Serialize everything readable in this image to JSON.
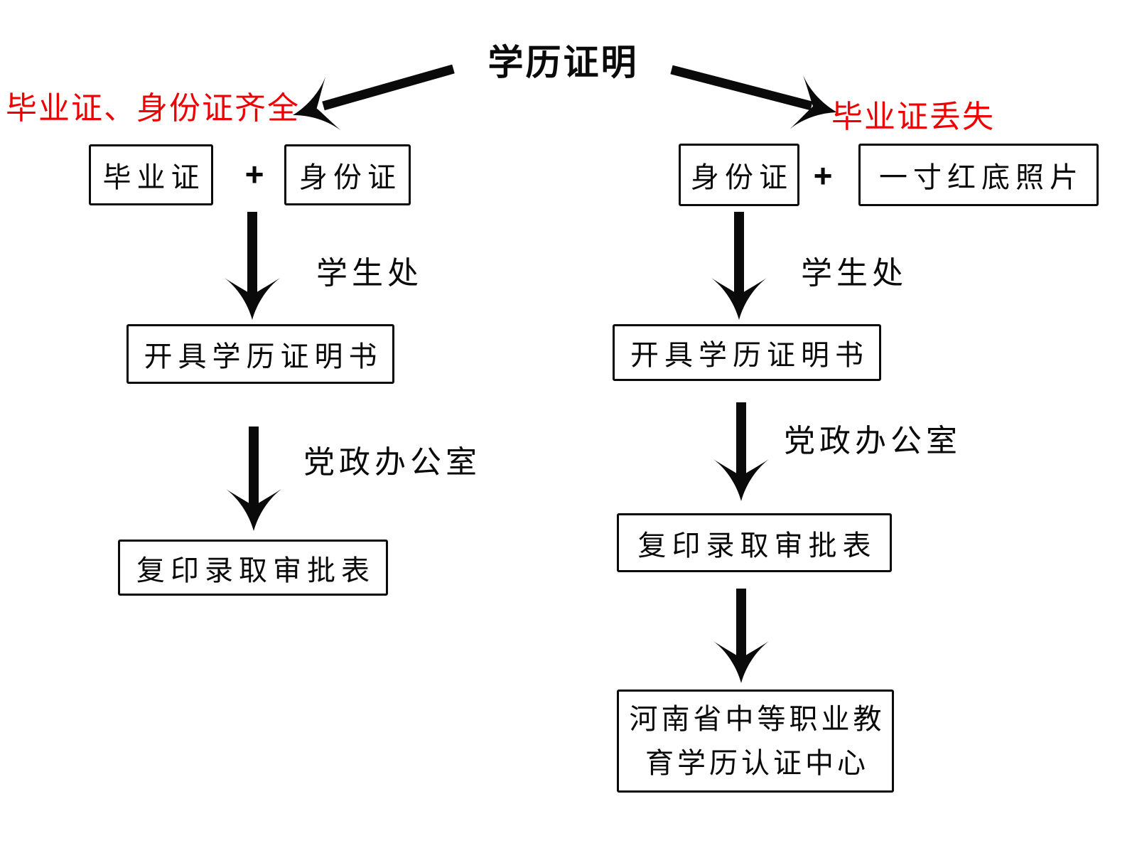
{
  "title": "学历证明",
  "plus_sign": "+",
  "colors": {
    "accent_red": "#ee0000",
    "ink": "#0a0a0a",
    "background": "#ffffff"
  },
  "left_branch": {
    "condition": "毕业证、身份证齐全",
    "input_boxes": [
      "毕业证",
      "身份证"
    ],
    "arrow1_label": "学生处",
    "box_step1": "开具学历证明书",
    "arrow2_label": "党政办公室",
    "box_step2": "复印录取审批表"
  },
  "right_branch": {
    "condition": "毕业证丢失",
    "input_boxes": [
      "身份证",
      "一寸红底照片"
    ],
    "arrow1_label": "学生处",
    "box_step1": "开具学历证明书",
    "arrow2_label": "党政办公室",
    "box_step2": "复印录取审批表",
    "box_step3": {
      "line1": "河南省中等职业教",
      "line2": "育学历认证中心"
    }
  }
}
